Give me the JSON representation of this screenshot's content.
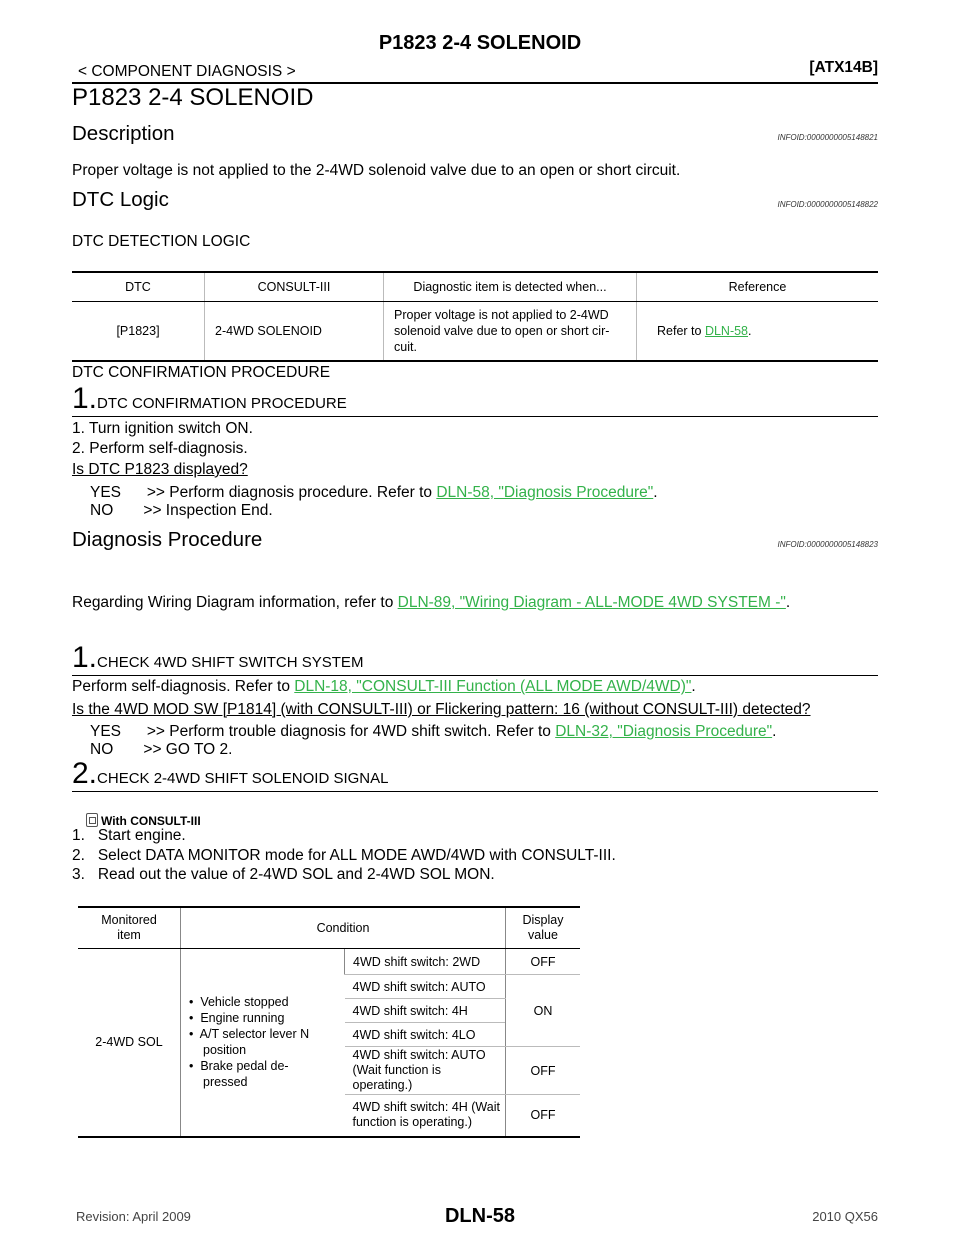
{
  "header": {
    "title": "P1823 2-4 SOLENOID",
    "section": "< COMPONENT DIAGNOSIS >",
    "model_code": "[ATX14B]"
  },
  "page_heading": "P1823 2-4 SOLENOID",
  "description": {
    "heading": "Description",
    "infoid": "INFOID:0000000005148821",
    "text": "Proper voltage is not applied to the 2-4WD solenoid valve due to an open or short circuit."
  },
  "dtc_logic": {
    "heading": "DTC Logic",
    "infoid": "INFOID:0000000005148822",
    "detection_heading": "DTC DETECTION LOGIC",
    "table": {
      "headers": [
        "DTC",
        "CONSULT-III",
        "Diagnostic item is detected when...",
        "Reference"
      ],
      "row": {
        "dtc": "[P1823]",
        "consult": "2-4WD SOLENOID",
        "detected_line1": "Proper voltage is not applied to 2-4WD",
        "detected_line2": "solenoid valve due to open or short cir-",
        "detected_line3": "cuit.",
        "ref_prefix": "Refer to ",
        "ref_link": "DLN-58",
        "ref_suffix": "."
      }
    },
    "confirmation_heading": "DTC CONFIRMATION PROCEDURE",
    "step1": {
      "num": "1.",
      "title": "DTC CONFIRMATION PROCEDURE",
      "item1": "1.   Turn ignition switch ON.",
      "item2": "2.   Perform self-diagnosis.",
      "question": "Is DTC P1823 displayed?",
      "yes_prefix": "YES      >> Perform diagnosis procedure. Refer to ",
      "yes_link": "DLN-58, \"Diagnosis Procedure\"",
      "yes_suffix": ".",
      "no": "NO       >> Inspection End."
    }
  },
  "diagnosis": {
    "heading": "Diagnosis Procedure",
    "infoid": "INFOID:0000000005148823",
    "wiring_prefix": "Regarding Wiring Diagram information, refer to ",
    "wiring_link": "DLN-89, \"Wiring Diagram - ALL-MODE 4WD SYSTEM -\"",
    "wiring_suffix": ".",
    "step1": {
      "num": "1.",
      "title": "CHECK 4WD SHIFT SWITCH SYSTEM",
      "text_prefix": "Perform self-diagnosis. Refer to ",
      "text_link": "DLN-18, \"CONSULT-III Function (ALL MODE AWD/4WD)\"",
      "text_suffix": ".",
      "question": "Is the 4WD MOD SW [P1814] (with CONSULT-III) or Flickering pattern: 16 (without CONSULT-III) detected?",
      "yes_prefix": "YES      >> Perform trouble diagnosis for 4WD shift switch. Refer to ",
      "yes_link": "DLN-32, \"Diagnosis Procedure\"",
      "yes_suffix": ".",
      "no": "NO       >> GO TO 2."
    },
    "step2": {
      "num": "2.",
      "title": "CHECK 2-4WD SHIFT SOLENOID SIGNAL",
      "with_label": "With CONSULT-III",
      "item1": "1.   Start engine.",
      "item2": "2.   Select DATA MONITOR mode for ALL MODE AWD/4WD with CONSULT-III.",
      "item3": "3.   Read out the value of 2-4WD SOL and 2-4WD SOL MON."
    },
    "monitor_table": {
      "h_item_1": "Monitored",
      "h_item_2": "item",
      "h_condition": "Condition",
      "h_value_1": "Display",
      "h_value_2": "value",
      "item": "2-4WD SOL",
      "cond1": "Vehicle stopped",
      "cond2": "Engine running",
      "cond3a": "A/T selector lever N",
      "cond3b": "position",
      "cond4a": "Brake pedal de-",
      "cond4b": "pressed",
      "r1_switch": "4WD shift switch: 2WD",
      "r1_value": "OFF",
      "r2_switch": "4WD shift switch: AUTO",
      "r3_switch": "4WD shift switch: 4H",
      "r4_switch": "4WD shift switch: 4LO",
      "r234_value": "ON",
      "r5_switch_a": "4WD shift switch: AUTO",
      "r5_switch_b": "(Wait function is operating.)",
      "r5_value": "OFF",
      "r6_switch_a": "4WD shift switch: 4H (Wait",
      "r6_switch_b": "function is operating.)",
      "r6_value": "OFF"
    }
  },
  "footer": {
    "revision": "Revision: April 2009",
    "page": "DLN-58",
    "model": "2010 QX56"
  }
}
